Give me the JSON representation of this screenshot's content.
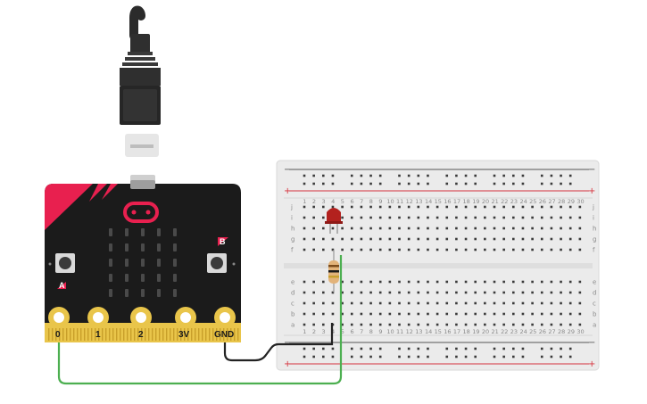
{
  "microbit": {
    "pins": [
      "0",
      "1",
      "2",
      "3V",
      "GND"
    ],
    "button_a": "A",
    "button_b": "B",
    "colors": {
      "board": "#1b1b1b",
      "accent": "#e8204f",
      "gold": "#e9c54a",
      "led_off": "#4a4a4a"
    }
  },
  "breadboard": {
    "row_letters_top": [
      "j",
      "i",
      "h",
      "g",
      "f"
    ],
    "row_letters_bottom": [
      "e",
      "d",
      "c",
      "b",
      "a"
    ],
    "columns": [
      "1",
      "2",
      "3",
      "4",
      "5",
      "6",
      "7",
      "8",
      "9",
      "10",
      "11",
      "12",
      "13",
      "14",
      "15",
      "16",
      "17",
      "18",
      "19",
      "20",
      "21",
      "22",
      "23",
      "24",
      "25",
      "26",
      "27",
      "28",
      "29",
      "30"
    ],
    "rail_minus": "−",
    "rail_plus": "+",
    "colors": {
      "body": "#eaeaea",
      "hole": "#3a3a3a",
      "rail_red": "#d6323c",
      "rail_dark": "#4a4a4a"
    }
  },
  "components": {
    "led_color": "#b3211e",
    "resistor_color": "#e2b37a",
    "wire_green": "#4caf50",
    "wire_black": "#222222",
    "usb_cable": "usb-cable-icon"
  }
}
